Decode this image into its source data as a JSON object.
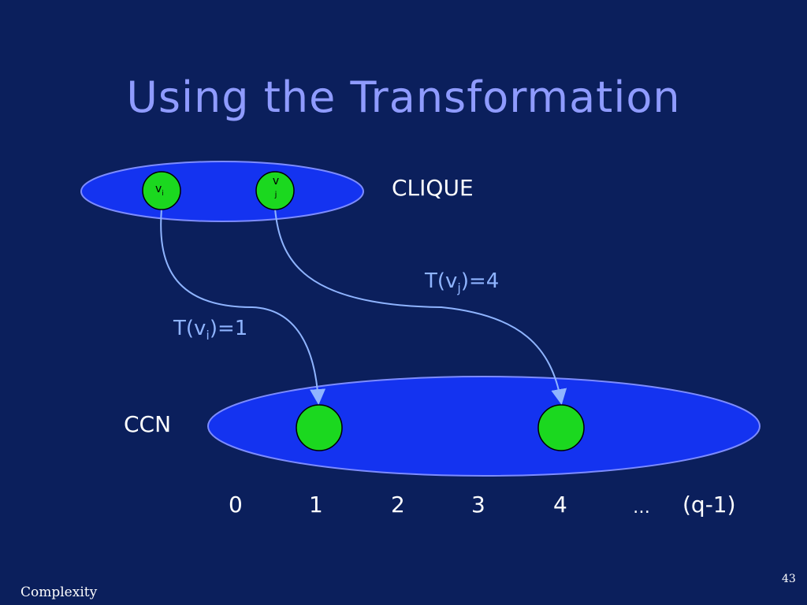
{
  "title": "Using the Transformation",
  "clique_label": "CLIQUE",
  "ccn_label": "CCN",
  "clique_nodes": [
    {
      "base": "v",
      "sub": "i"
    },
    {
      "base": "v",
      "sub": "j"
    }
  ],
  "mappings": [
    {
      "prefix": "T(v",
      "sub": "i",
      "suffix": ")=1"
    },
    {
      "prefix": "T(v",
      "sub": "j",
      "suffix": ")=4"
    }
  ],
  "scale_labels": [
    "0",
    "1",
    "2",
    "3",
    "4",
    "…",
    "(q-1)"
  ],
  "footer": {
    "left": "Complexity",
    "page_number": "43"
  },
  "colors": {
    "background": "#0b1f5c",
    "title": "#8f9bff",
    "ellipse_fill": "#1433f0",
    "ellipse_stroke": "#7d8cff",
    "node_fill": "#1bd81f",
    "arrow": "#8fb4ff"
  }
}
